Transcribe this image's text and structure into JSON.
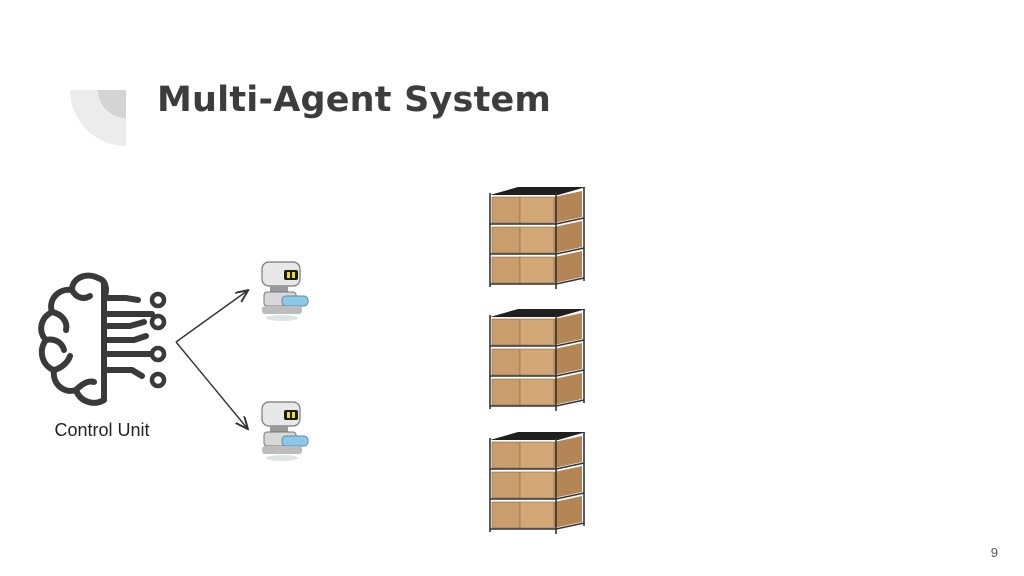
{
  "slide": {
    "title": "Multi-Agent System",
    "page_number": "9"
  },
  "diagram": {
    "control_unit_label": "Control Unit",
    "control_unit_icon": "brain-circuit-icon",
    "agent_icon": "robot-icon",
    "shelf_icon": "warehouse-shelf-icon",
    "agent_count": 2,
    "shelf_count": 3
  },
  "colors": {
    "title": "#3d3d3d",
    "icon_stroke": "#3a3a3a",
    "deco_light": "#ececec",
    "deco_dark": "#d4d4d4",
    "box": "#c99d6c",
    "shelf_frame": "#333333"
  }
}
